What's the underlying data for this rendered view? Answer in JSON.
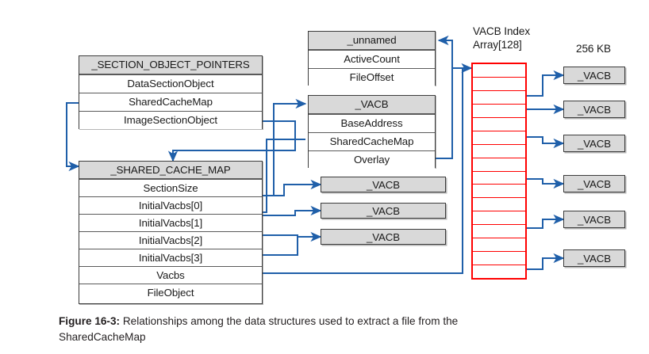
{
  "figure": {
    "number_label": "Figure 16-3:",
    "caption_text": " Relationships among the data structures used to extract a file from the SharedCacheMap"
  },
  "labels": {
    "vacb_index_array_line1": "VACB Index",
    "vacb_index_array_line2": "Array[128]",
    "size_label": "256 KB"
  },
  "structs": {
    "section_object_pointers": {
      "header": "_SECTION_OBJECT_POINTERS",
      "fields": [
        "DataSectionObject",
        "SharedCacheMap",
        "ImageSectionObject"
      ]
    },
    "shared_cache_map": {
      "header": "_SHARED_CACHE_MAP",
      "fields": [
        "SectionSize",
        "InitialVacbs[0]",
        "InitialVacbs[1]",
        "InitialVacbs[2]",
        "InitialVacbs[3]",
        "Vacbs",
        "FileObject"
      ]
    },
    "unnamed": {
      "header": "_unnamed",
      "fields": [
        "ActiveCount",
        "FileOffset"
      ]
    },
    "vacb_detail": {
      "header": "_VACB",
      "fields": [
        "BaseAddress",
        "SharedCacheMap",
        "Overlay"
      ]
    }
  },
  "initial_vacb_chips": [
    {
      "label": "_VACB"
    },
    {
      "label": "_VACB"
    },
    {
      "label": "_VACB"
    }
  ],
  "array_vacb_chips": [
    {
      "label": "_VACB"
    },
    {
      "label": "_VACB"
    },
    {
      "label": "_VACB"
    },
    {
      "label": "_VACB"
    },
    {
      "label": "_VACB"
    },
    {
      "label": "_VACB"
    }
  ],
  "index_array": {
    "cell_count": 16
  },
  "colors": {
    "array_border": "#ff0000",
    "connector": "#1f5fa9",
    "header_fill": "#d9d9d9",
    "box_border": "#3c3c3c"
  }
}
